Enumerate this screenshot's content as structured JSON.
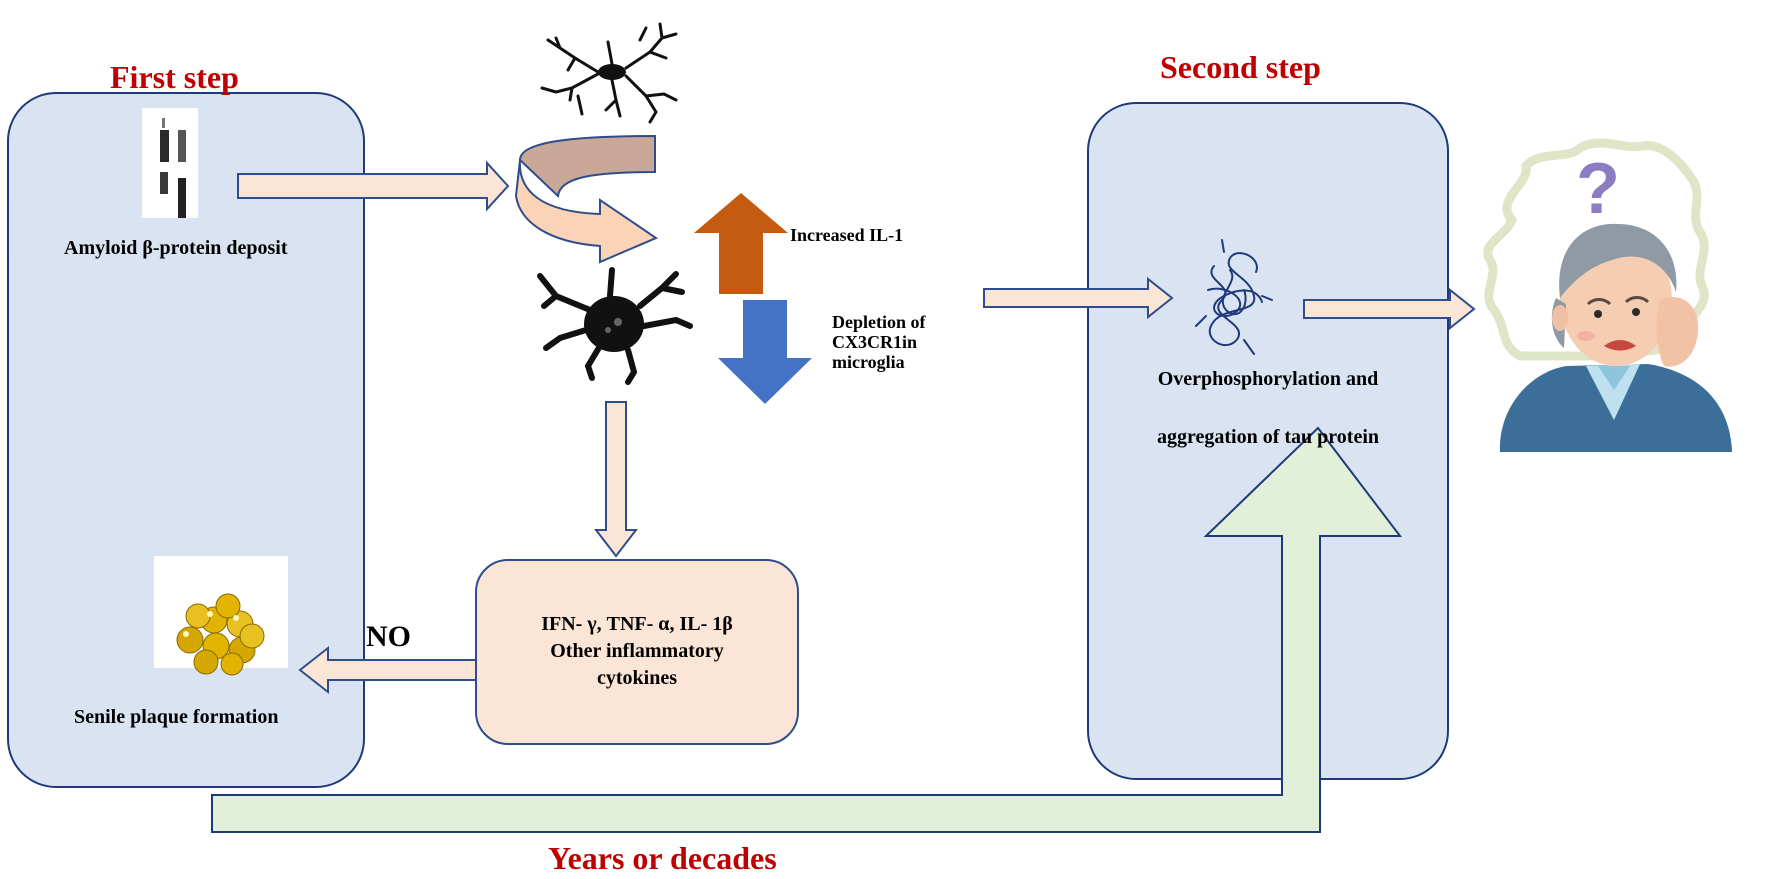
{
  "labels": {
    "first_step": "First step",
    "second_step": "Second step",
    "years": "Years or decades",
    "amyloid": "Amyloid β-protein deposit",
    "senile": "Senile plaque formation",
    "no": "NO",
    "increased": "Increased IL-1",
    "depletion_1": "Depletion of",
    "depletion_2": "CX3CR1in",
    "depletion_3": "microglia",
    "cytokines_1": "IFN- γ, TNF- α, IL- 1β",
    "cytokines_2": "Other inflammatory",
    "cytokines_3": "cytokines",
    "tau_1": "Overphosphorylation and",
    "tau_2": "aggregation of tau protein",
    "question_mark": "?"
  },
  "colors": {
    "title_red": "#c00000",
    "panel_fill": "#dae3f1",
    "panel_stroke": "#1f3a7a",
    "peach": "#fbe5d6",
    "peach_stroke": "#2f4d8a",
    "green": "#e2f0d9",
    "up_arrow": "#c55a11",
    "down_arrow": "#4472c4",
    "gold": "#e0b400"
  }
}
